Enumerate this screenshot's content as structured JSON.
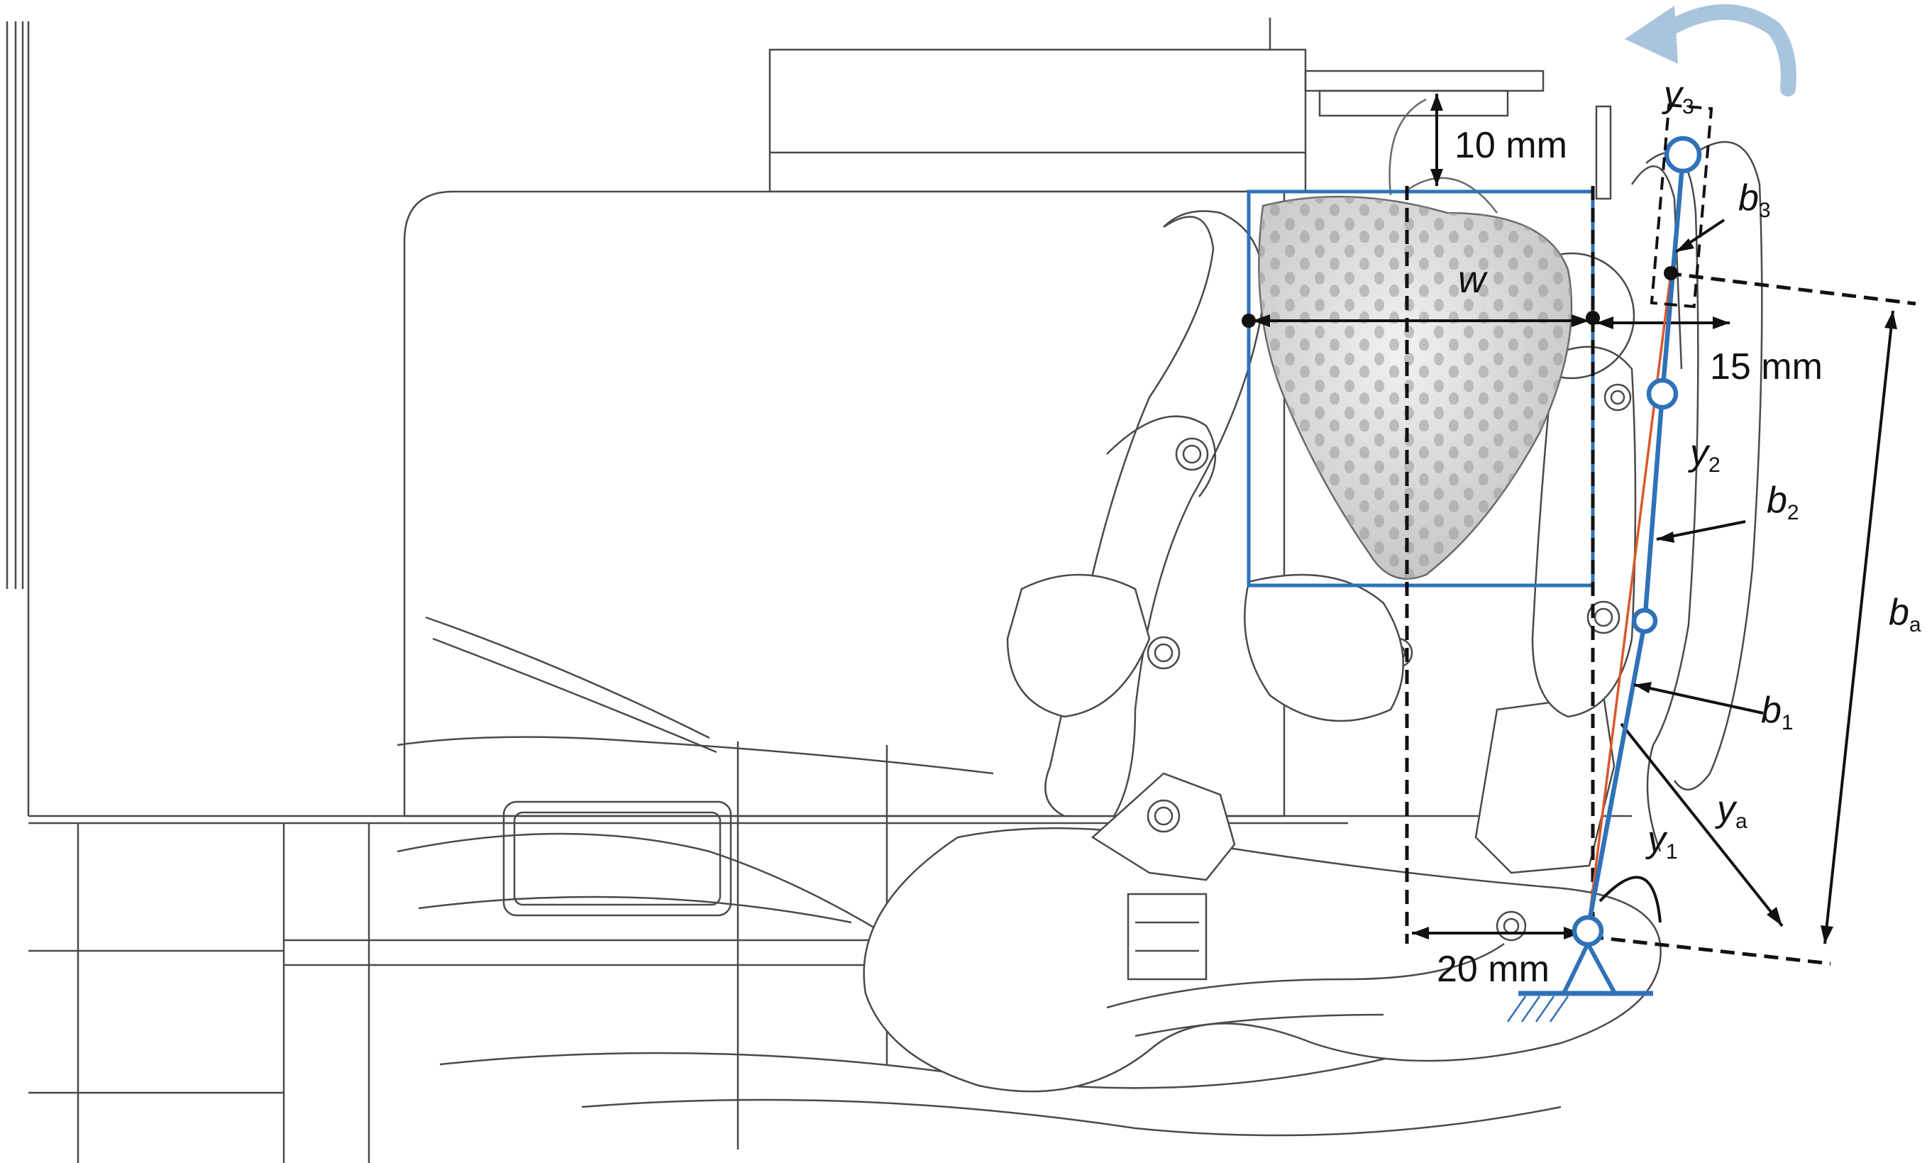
{
  "labels": {
    "gap_top": "10 mm",
    "gap_side": "15 mm",
    "gap_bottom": "20 mm",
    "width": "w",
    "y3_main": "y",
    "y3_sub": "3",
    "y2_main": "y",
    "y2_sub": "2",
    "y1_main": "y",
    "y1_sub": "1",
    "ya_main": "y",
    "ya_sub": "a",
    "b3_main": "b",
    "b3_sub": "3",
    "b2_main": "b",
    "b2_sub": "2",
    "b1_main": "b",
    "b1_sub": "1",
    "ba_main": "b",
    "ba_sub": "a"
  },
  "colors": {
    "linkage": "#2f72b8",
    "tendon": "#d9582c",
    "rotation_arrow": "#a9c4dd",
    "line_art": "#4a4a4a",
    "shading": "#d8d8d8"
  },
  "icons": {
    "rotation": "curved-arrow-icon",
    "ground": "ground-hatch-icon"
  }
}
